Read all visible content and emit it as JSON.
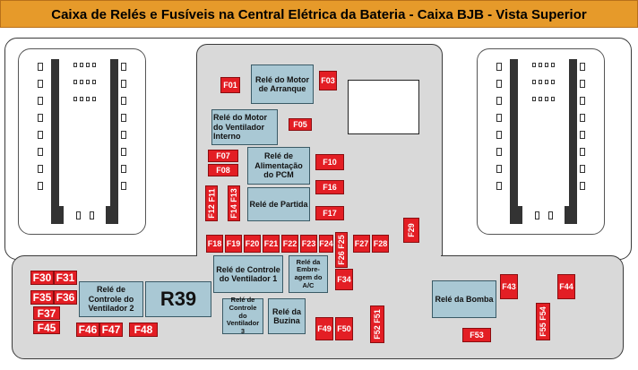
{
  "header": {
    "title": "Caixa de Relés e Fusíveis na Central Elétrica da Bateria - Caixa BJB - Vista Superior"
  },
  "relays": {
    "motor_arranque": "Relé do Motor de Arranque",
    "ventilador_interno": "Relé do Motor do Ventilador Interno",
    "alimentacao_pcm": "Relé de Alimentação do PCM",
    "partida": "Relé de Partida",
    "controle_ventilador_1": "Relé de Controle do Ventilador 1",
    "embreagem_ac": "Relé da Embre-agem do A/C",
    "controle_ventilador_2": "Relé de Controle do Ventilador 2",
    "controle_ventilador_3": "Relé de Controle do Ventilador 3",
    "buzina": "Relé da Buzina",
    "bomba": "Relé da Bomba",
    "r39": "R39"
  },
  "fuses": {
    "F01": "F01",
    "F03": "F03",
    "F05": "F05",
    "F07": "F07",
    "F08": "F08",
    "F10": "F10",
    "F16": "F16",
    "F17": "F17",
    "F11": "F11",
    "F12": "F12",
    "F13": "F13",
    "F14": "F14",
    "F29": "F29",
    "F18": "F18",
    "F19": "F19",
    "F20": "F20",
    "F21": "F21",
    "F22": "F22",
    "F23": "F23",
    "F24": "F24",
    "F25": "F25",
    "F26": "F26",
    "F27": "F27",
    "F28": "F28",
    "F34": "F34",
    "F30": "F30",
    "F31": "F31",
    "F35": "F35",
    "F36": "F36",
    "F37": "F37",
    "F45": "F45",
    "F46": "F46",
    "F47": "F47",
    "F48": "F48",
    "F49": "F49",
    "F50": "F50",
    "F51": "F51",
    "F52": "F52",
    "F43": "F43",
    "F44": "F44",
    "F53": "F53",
    "F54": "F54",
    "F55": "F55"
  },
  "colors": {
    "fuse": "#e31e24",
    "relay": "#a9c8d4",
    "title_bar": "#e69a2a",
    "pane": "#d9d9d9"
  }
}
